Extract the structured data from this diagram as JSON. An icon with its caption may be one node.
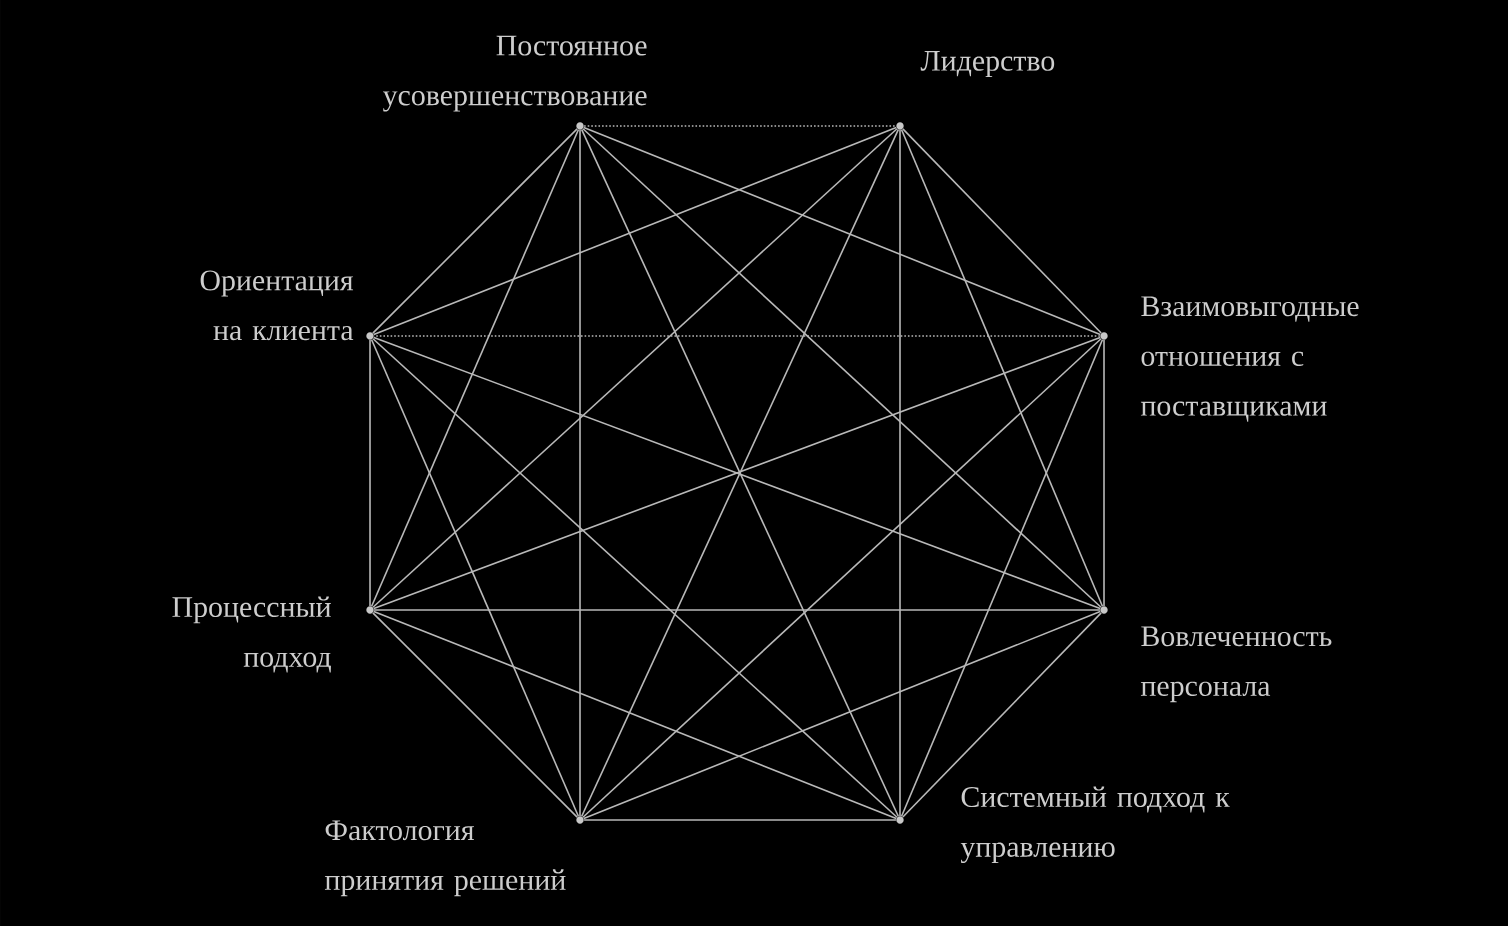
{
  "diagram": {
    "nodes": [
      {
        "text": [],
        "shape": "circle",
        "beside": [
          "Постоянное усовершенствование"
        ]
      },
      {
        "text": [],
        "shape": "circle",
        "beside": [
          "Лидерство"
        ]
      },
      {
        "text": [],
        "shape": "circle",
        "beside": [
          "Взаимовыгодные отношения с поставщиками"
        ]
      },
      {
        "text": [],
        "shape": "circle",
        "beside": [
          "Вовлеченность персонала"
        ]
      },
      {
        "text": [],
        "shape": "circle",
        "beside": [
          "Системный подход к управлению"
        ]
      },
      {
        "text": [],
        "shape": "circle",
        "beside": [
          "Фактология принятия решений"
        ]
      },
      {
        "text": [],
        "shape": "circle",
        "beside": [
          "Процессный подход"
        ]
      },
      {
        "text": [],
        "shape": "circle",
        "beside": [
          "Ориентация на клиента"
        ]
      }
    ],
    "edges": [
      {
        "from": 0,
        "to": 1,
        "arrow": "none",
        "style": "dashed"
      },
      {
        "from": 0,
        "to": 2,
        "arrow": "none"
      },
      {
        "from": 0,
        "to": 3,
        "arrow": "none"
      },
      {
        "from": 0,
        "to": 4,
        "arrow": "none"
      },
      {
        "from": 0,
        "to": 5,
        "arrow": "none"
      },
      {
        "from": 0,
        "to": 6,
        "arrow": "none"
      },
      {
        "from": 0,
        "to": 7,
        "arrow": "none"
      },
      {
        "from": 1,
        "to": 2,
        "arrow": "none"
      },
      {
        "from": 1,
        "to": 3,
        "arrow": "none"
      },
      {
        "from": 1,
        "to": 4,
        "arrow": "none"
      },
      {
        "from": 1,
        "to": 5,
        "arrow": "none"
      },
      {
        "from": 1,
        "to": 6,
        "arrow": "none"
      },
      {
        "from": 1,
        "to": 7,
        "arrow": "none"
      },
      {
        "from": 2,
        "to": 3,
        "arrow": "none"
      },
      {
        "from": 2,
        "to": 4,
        "arrow": "none"
      },
      {
        "from": 2,
        "to": 5,
        "arrow": "none"
      },
      {
        "from": 2,
        "to": 6,
        "arrow": "none"
      },
      {
        "from": 2,
        "to": 7,
        "arrow": "none",
        "style": "dashed"
      },
      {
        "from": 3,
        "to": 4,
        "arrow": "none"
      },
      {
        "from": 3,
        "to": 5,
        "arrow": "none"
      },
      {
        "from": 3,
        "to": 6,
        "arrow": "none"
      },
      {
        "from": 3,
        "to": 7,
        "arrow": "none"
      },
      {
        "from": 4,
        "to": 5,
        "arrow": "none"
      },
      {
        "from": 4,
        "to": 6,
        "arrow": "none"
      },
      {
        "from": 4,
        "to": 7,
        "arrow": "none"
      },
      {
        "from": 5,
        "to": 6,
        "arrow": "none"
      },
      {
        "from": 5,
        "to": 7,
        "arrow": "none"
      },
      {
        "from": 6,
        "to": 7,
        "arrow": "none"
      }
    ]
  }
}
